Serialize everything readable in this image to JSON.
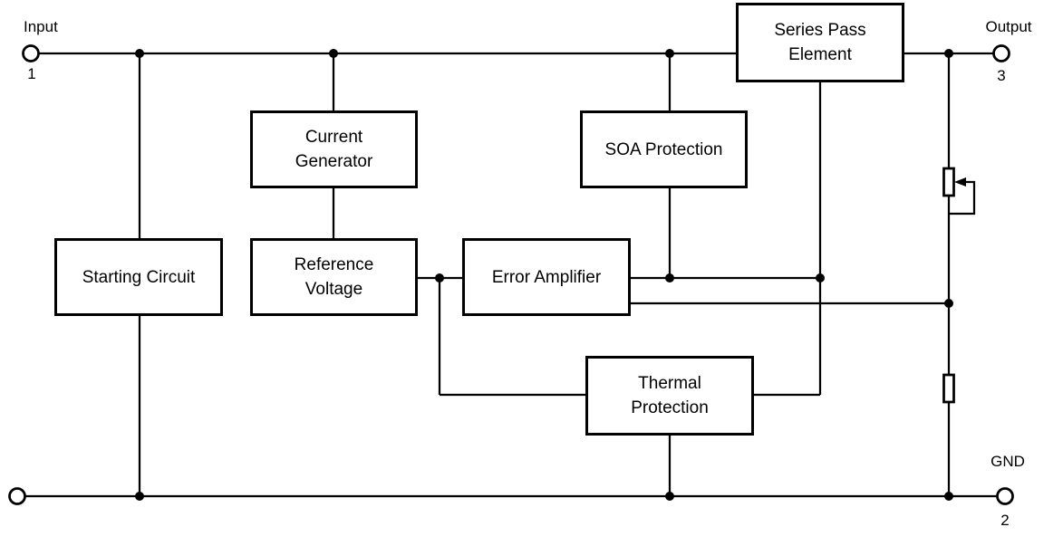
{
  "diagram": {
    "kind": "voltage-regulator-functional-block-diagram",
    "terminals": {
      "input": {
        "label": "Input",
        "pin": "1"
      },
      "output": {
        "label": "Output",
        "pin": "3"
      },
      "gnd": {
        "label": "GND",
        "pin": "2"
      }
    },
    "blocks": {
      "series_pass": {
        "label": "Series Pass\nElement"
      },
      "current_generator": {
        "label": "Current\nGenerator"
      },
      "soa_protection": {
        "label": "SOA Protection"
      },
      "starting_circuit": {
        "label": "Starting Circuit"
      },
      "reference_voltage": {
        "label": "Reference\nVoltage"
      },
      "error_amplifier": {
        "label": "Error Amplifier"
      },
      "thermal_protection": {
        "label": "Thermal\nProtection"
      }
    },
    "symbols": {
      "adjust_potentiometer": "adjustable-resistor-with-wiper-arrow",
      "divider_resistor": "fixed-resistor"
    },
    "colors": {
      "line": "#000000",
      "background": "#ffffff"
    }
  }
}
